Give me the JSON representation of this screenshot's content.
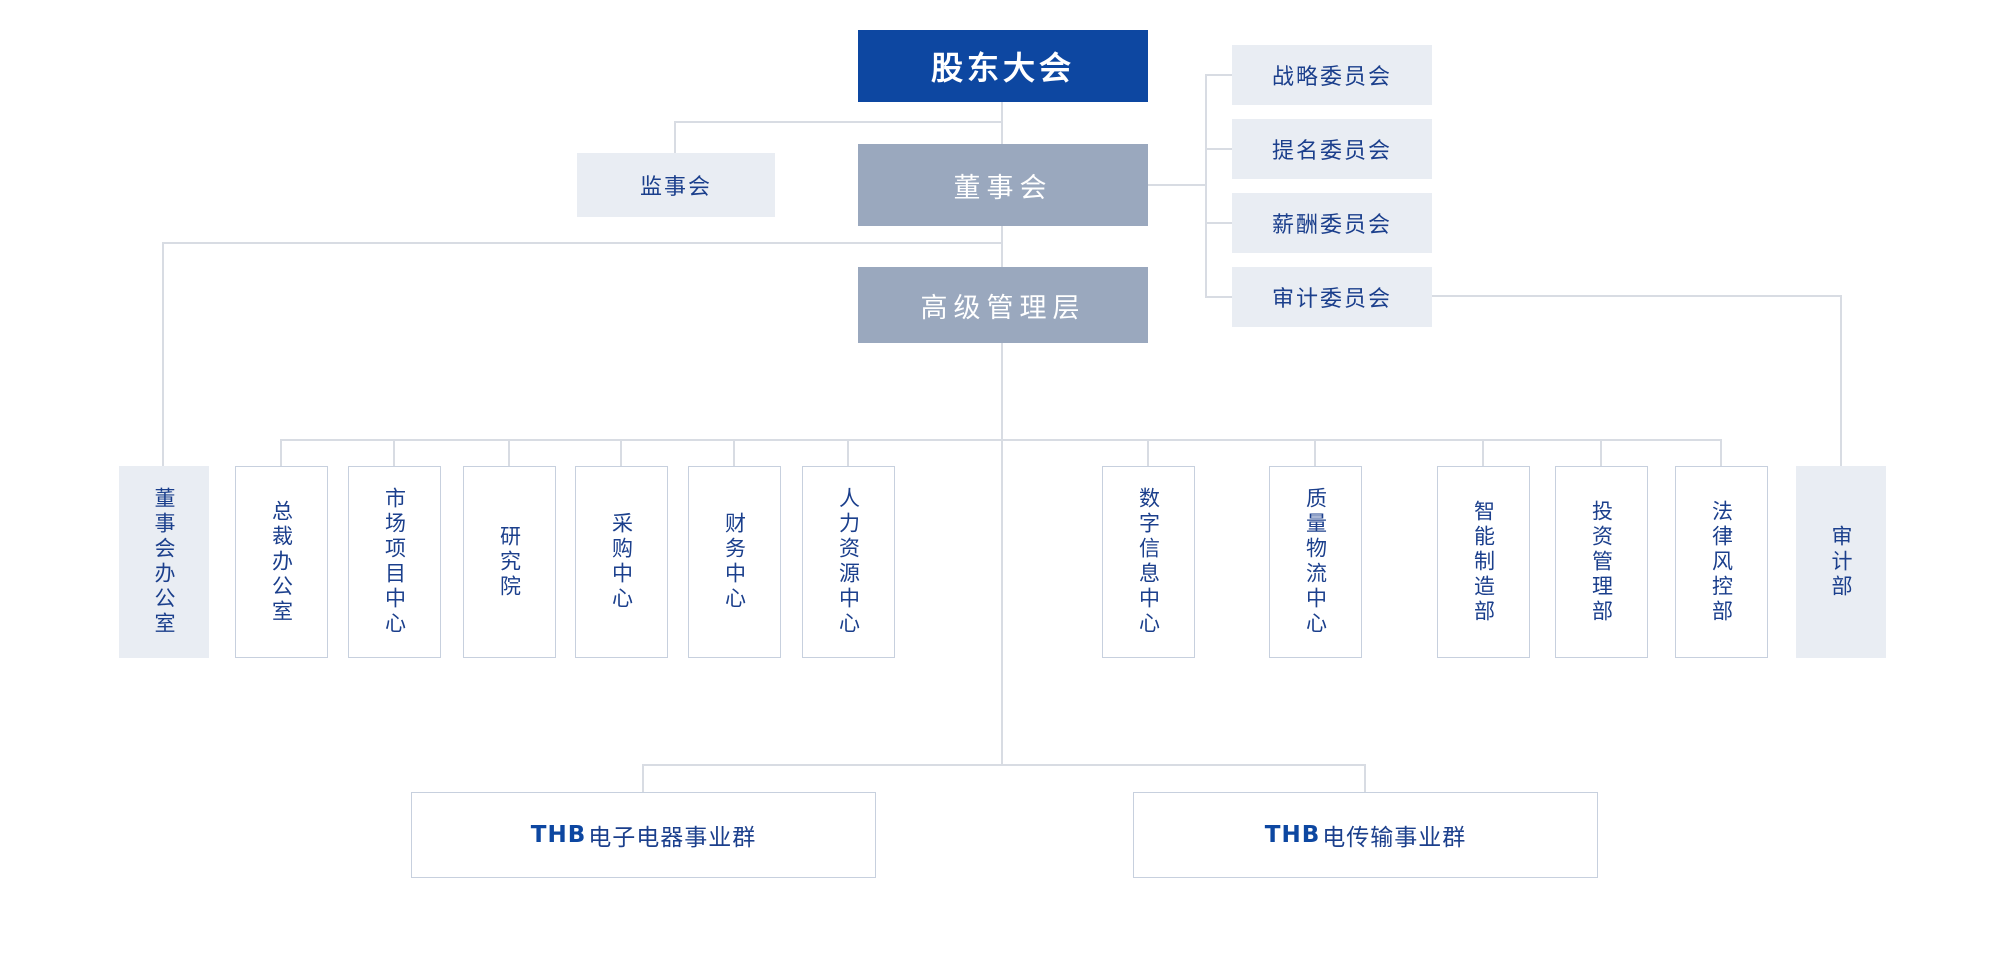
{
  "chart": {
    "top": {
      "label": "股东大会"
    },
    "board": {
      "label": "董事会"
    },
    "supervisors": {
      "label": "监事会"
    },
    "senior_mgmt": {
      "label": "高级管理层"
    },
    "committees": [
      {
        "label": "战略委员会"
      },
      {
        "label": "提名委员会"
      },
      {
        "label": "薪酬委员会"
      },
      {
        "label": "审计委员会"
      }
    ],
    "board_office": {
      "label": "董事会办公室"
    },
    "departments": [
      {
        "label": "总裁办公室"
      },
      {
        "label": "市场项目中心"
      },
      {
        "label": "研究院"
      },
      {
        "label": "采购中心"
      },
      {
        "label": "财务中心"
      },
      {
        "label": "人力资源中心"
      },
      {
        "label": "数字信息中心"
      },
      {
        "label": "质量物流中心"
      },
      {
        "label": "智能制造部"
      },
      {
        "label": "投资管理部"
      },
      {
        "label": "法律风控部"
      }
    ],
    "audit_dept": {
      "label": "审计部"
    },
    "business_groups": [
      {
        "brand": "THB",
        "label": "电子电器事业群"
      },
      {
        "brand": "THB",
        "label": "电传输事业群"
      }
    ],
    "colors": {
      "primary_blue": "#0d47a1",
      "gray_blue": "#9aa8be",
      "light_gray": "#e9edf3",
      "text_navy": "#1b3f8c",
      "line": "#d8dce3",
      "border": "#c7d0de"
    }
  }
}
